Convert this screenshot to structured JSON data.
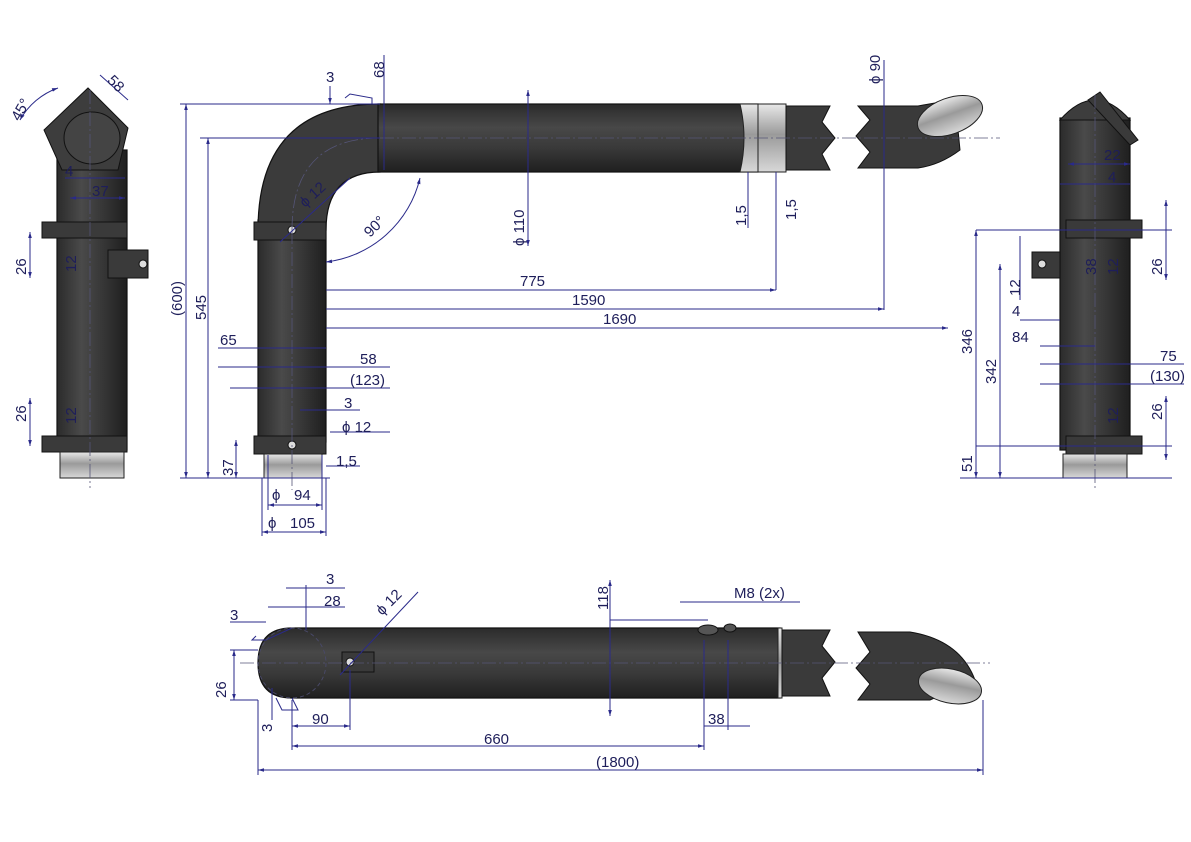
{
  "drawing": {
    "title": "",
    "colors": {
      "pipe": "#3a3a3a",
      "dimension_line": "#2a2a8a",
      "steel_end": "#b0b0b0",
      "background": "#ffffff"
    },
    "left_view": {
      "angle_label": "45°",
      "dims": [
        "58",
        "4",
        "37",
        "26",
        "12",
        "26",
        "12"
      ]
    },
    "front_view": {
      "dims": {
        "d3_top": "3",
        "d68": "68",
        "dia12_bend": "ϕ 12",
        "angle90": "90°",
        "dia110": "ϕ 110",
        "t15a": "1,5",
        "t15b": "1,5",
        "dia90": "ϕ 90",
        "d775": "775",
        "d1590": "1590",
        "d1690": "1690",
        "d600": "(600)",
        "d545": "545",
        "d65": "65",
        "d58": "58",
        "d123": "(123)",
        "d3_mid": "3",
        "dia12_bot": "ϕ 12",
        "d37": "37",
        "t15c": "1,5",
        "dia94_sym": "ϕ",
        "dia94": "94",
        "dia105_sym": "ϕ",
        "dia105": "105"
      }
    },
    "right_view": {
      "dims": {
        "d22": "22",
        "d4a": "4",
        "d26a": "26",
        "d38": "38",
        "d12a": "12",
        "d12b": "12",
        "d4b": "4",
        "d84": "84",
        "d346": "346",
        "d342": "342",
        "d75": "75",
        "d130": "(130)",
        "d26b": "26",
        "d12c": "12",
        "d51": "51"
      }
    },
    "top_view": {
      "dims": {
        "d3a": "3",
        "d28": "28",
        "dia12": "ϕ 12",
        "d118": "118",
        "m8": "M8  (2x)",
        "d3b": "3",
        "d26": "26",
        "d3c": "3",
        "d90": "90",
        "d38": "38",
        "d660": "660",
        "d1800": "(1800)"
      }
    }
  }
}
